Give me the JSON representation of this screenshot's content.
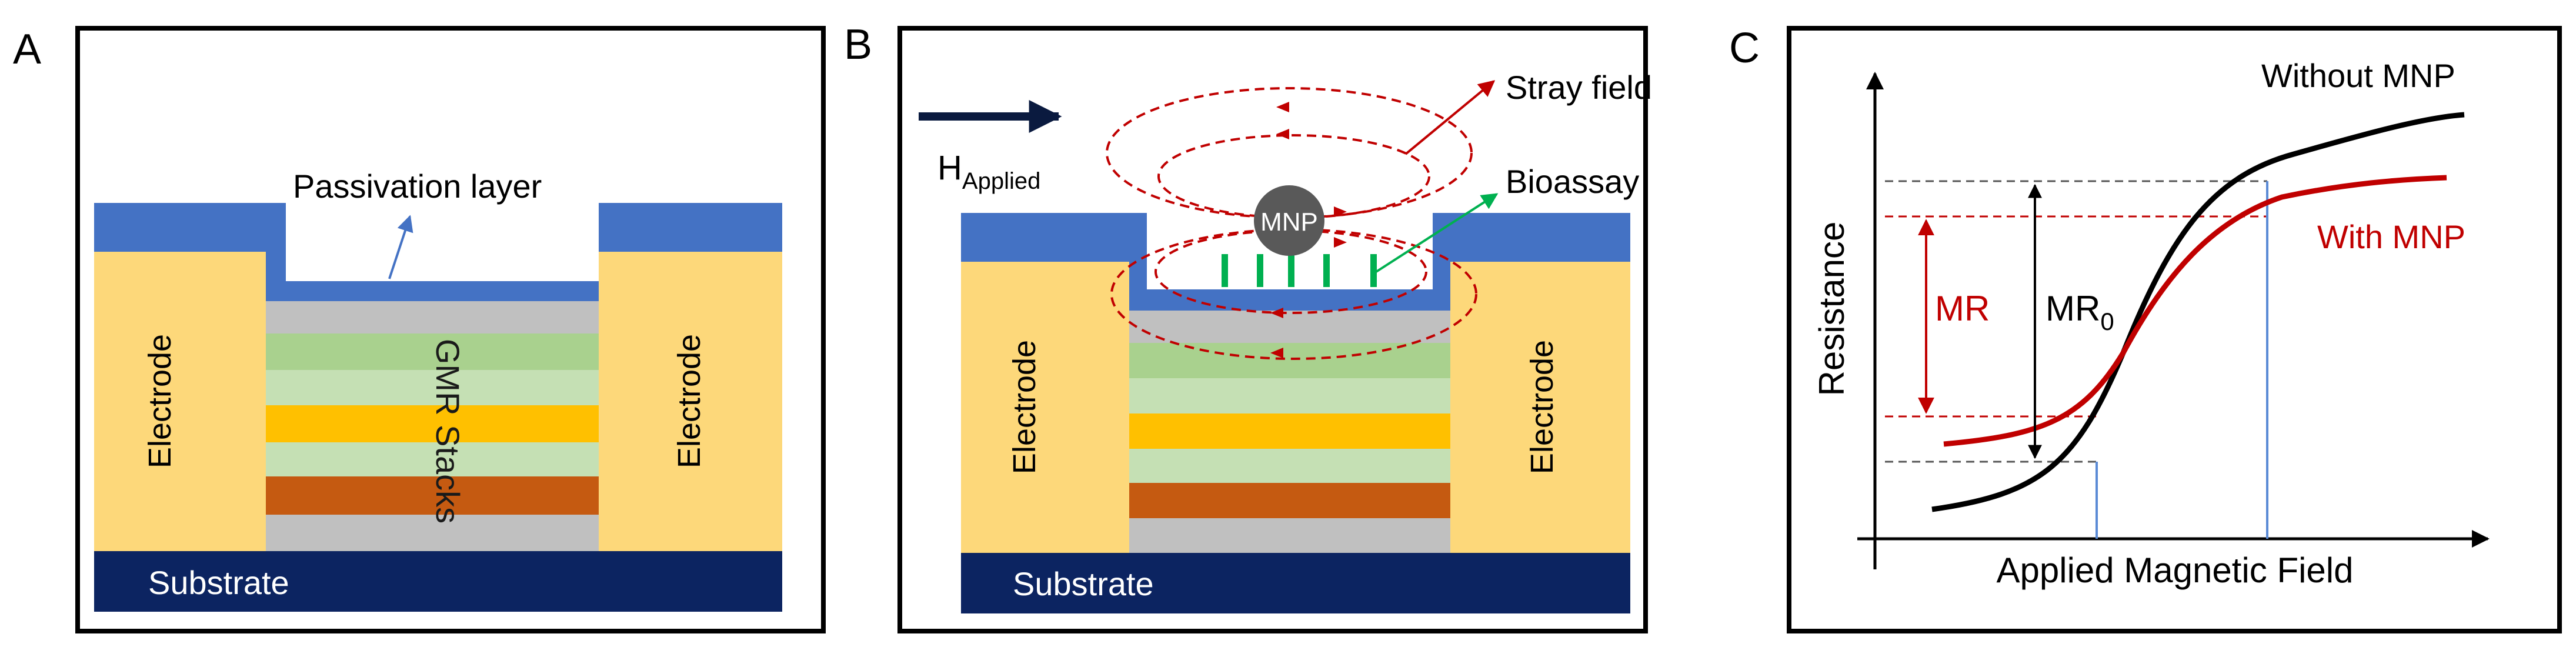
{
  "colors": {
    "substrate": "#0c2461",
    "electrode": "#fdd87a",
    "passivation": "#4472c4",
    "gray_layer": "#c0c0c0",
    "green_mid": "#a9d18e",
    "green_light": "#c5e0b4",
    "gold_layer": "#ffc000",
    "copper_layer": "#c55a11",
    "mnp": "#595959",
    "stray_field": "#c00000",
    "bioassay": "#00b050",
    "arrow_dark": "#0a1a3f",
    "curve_without": "#000000",
    "curve_with": "#c00000",
    "guide_blue": "#5b8bd6"
  },
  "panel_a": {
    "letter": "A",
    "passivation_label": "Passivation layer",
    "stack_label": "GMR Stacks",
    "electrode_left": "Electrode",
    "electrode_right": "Electrode",
    "substrate": "Substrate"
  },
  "panel_b": {
    "letter": "B",
    "applied_main": "H",
    "applied_sub": "Applied",
    "stray_field": "Stray field",
    "bioassay": "Bioassay",
    "mnp": "MNP",
    "electrode_left": "Electrode",
    "electrode_right": "Electrode",
    "substrate": "Substrate"
  },
  "panel_c": {
    "letter": "C",
    "ylabel": "Resistance",
    "xlabel": "Applied Magnetic Field",
    "without_label": "Without MNP",
    "with_label": "With MNP",
    "mr_label": "MR",
    "mr0_main": "MR",
    "mr0_sub": "0"
  }
}
